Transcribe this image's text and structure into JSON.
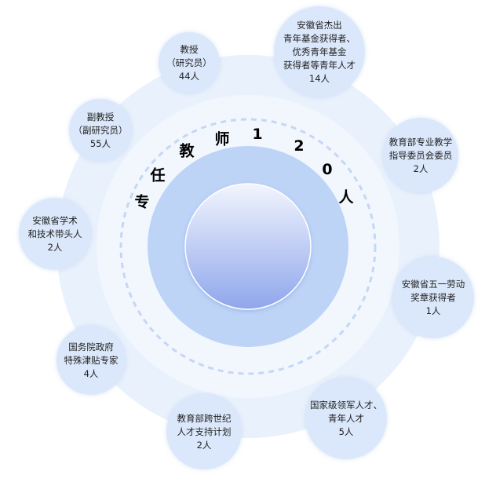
{
  "center": {
    "title_chars": [
      "专",
      "任",
      "教",
      "师",
      "1",
      "2",
      "0",
      "人"
    ]
  },
  "nodes": [
    {
      "id": "professor",
      "lines": [
        "教授",
        "（研究员）",
        "44人"
      ]
    },
    {
      "id": "youth-fund",
      "lines": [
        "安徽省杰出",
        "青年基金获得者、",
        "优秀青年基金",
        "获得者等青年人才",
        "14人"
      ]
    },
    {
      "id": "moe-committee",
      "lines": [
        "教育部专业教学",
        "指导委员会委员",
        "2人"
      ]
    },
    {
      "id": "labor-medal",
      "lines": [
        "安徽省五一劳动",
        "奖章获得者",
        "1人"
      ]
    },
    {
      "id": "national-talent",
      "lines": [
        "国家级领军人才、",
        "青年人才",
        "5人"
      ]
    },
    {
      "id": "moe-century",
      "lines": [
        "教育部跨世纪",
        "人才支持计划",
        "2人"
      ]
    },
    {
      "id": "state-council",
      "lines": [
        "国务院政府",
        "特殊津贴专家",
        "4人"
      ]
    },
    {
      "id": "academic-leader",
      "lines": [
        "安徽省学术",
        "和技术带头人",
        "2人"
      ]
    },
    {
      "id": "assoc-professor",
      "lines": [
        "副教授",
        "（副研究员）",
        "55人"
      ]
    }
  ],
  "colors": {
    "outer_ring": "#e9f1fc",
    "middle_disk": "#f2f7fe",
    "inner_ring": "#bdd4f7",
    "core_top": "#f2f5fd",
    "core_bottom": "#8fa6ec",
    "node_fill": "#dbe8fb",
    "dashed_ring": "#c4d7f5"
  }
}
